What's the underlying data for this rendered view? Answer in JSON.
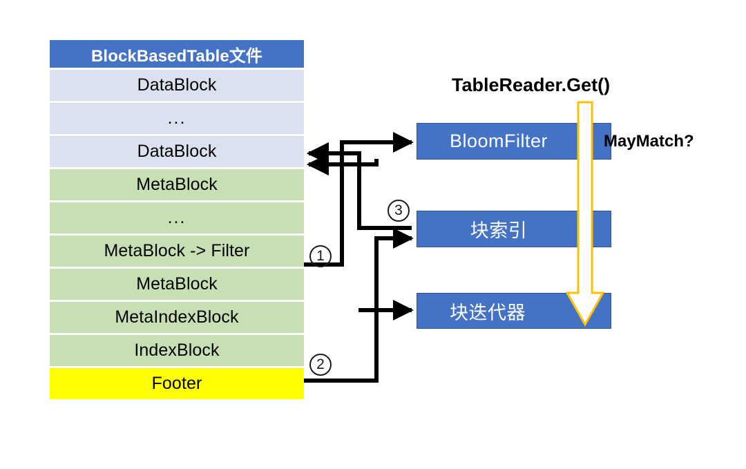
{
  "diagram": {
    "title_flow": "TableReader.Get()",
    "maymatch_label": "MayMatch?",
    "file_stack": {
      "header": "BlockBasedTable文件",
      "rows": [
        {
          "label": "DataBlock",
          "kind": "data"
        },
        {
          "label": "...",
          "kind": "data"
        },
        {
          "label": "DataBlock",
          "kind": "data"
        },
        {
          "label": "MetaBlock",
          "kind": "meta"
        },
        {
          "label": "...",
          "kind": "meta"
        },
        {
          "label": "MetaBlock -> Filter",
          "kind": "meta"
        },
        {
          "label": "MetaBlock",
          "kind": "meta"
        },
        {
          "label": "MetaIndexBlock",
          "kind": "meta"
        },
        {
          "label": "IndexBlock",
          "kind": "meta"
        },
        {
          "label": "Footer",
          "kind": "footer"
        }
      ]
    },
    "components": [
      {
        "name": "bloomfilter",
        "label": "BloomFilter"
      },
      {
        "name": "blockindex",
        "label": "块索引"
      },
      {
        "name": "blockiterator",
        "label": "块迭代器"
      }
    ],
    "steps": [
      {
        "id": "1",
        "mark": "①",
        "plain": "1"
      },
      {
        "id": "2",
        "mark": "②",
        "plain": "2"
      },
      {
        "id": "3",
        "mark": "③",
        "plain": "3"
      }
    ],
    "colors": {
      "header_blue": "#4472C4",
      "data_block": "#DCE1EF",
      "meta_block": "#C6E0B4",
      "footer_yellow": "#FFFF00",
      "component_blue": "#4472C4",
      "component_border": "#2F528F",
      "flow_arrow": "#FFC000",
      "wire": "#000000"
    }
  }
}
